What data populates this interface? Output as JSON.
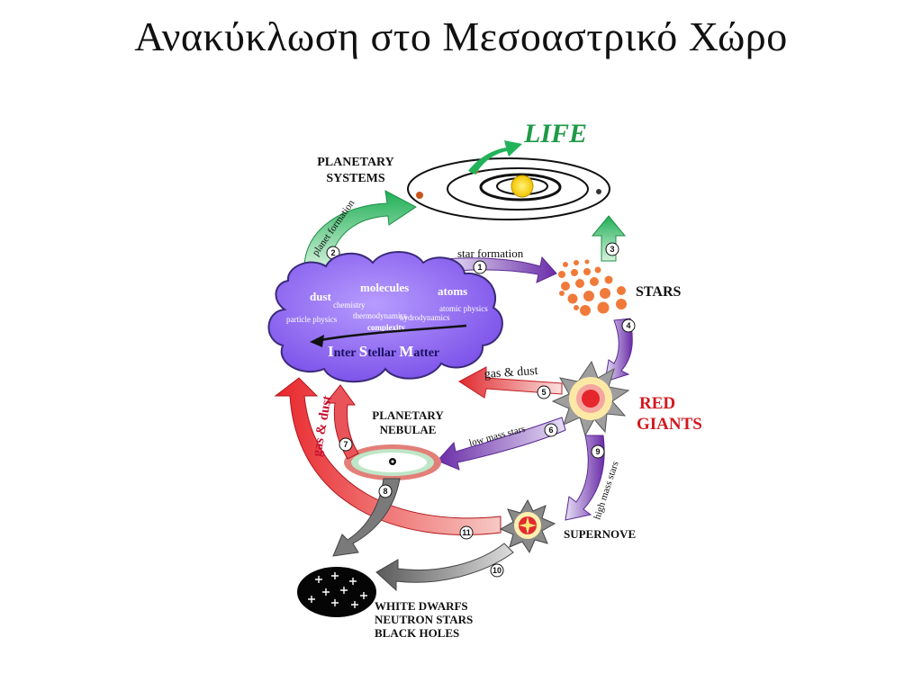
{
  "title": "Ανακύκλωση στο Μεσοαστρικό Χώρο",
  "diagram": {
    "life": "LIFE",
    "planetary_systems": [
      "PLANETARY",
      "SYSTEMS"
    ],
    "stars": "STARS",
    "red_giants": [
      "RED",
      "GIANTS"
    ],
    "planetary_nebulae": [
      "PLANETARY",
      "NEBULAE"
    ],
    "supernove": "SUPERNOVE",
    "remnants": [
      "WHITE DWARFS",
      "NEUTRON STARS",
      "BLACK HOLES"
    ],
    "ism": {
      "dust": "dust",
      "molecules": "molecules",
      "atoms": "atoms",
      "chemistry": "chemistry",
      "thermodynamics": "thermodynamics",
      "atomic_physics": "atomic physics",
      "particle_physics": "particle physics",
      "hydrodynamics": "hydrodynamics",
      "complexity": "complexity",
      "name_parts": [
        "I",
        "nter ",
        "S",
        "tellar ",
        "M",
        "atter"
      ]
    },
    "arrows": {
      "star_formation": "star formation",
      "planet_formation": "planet formation",
      "gas_dust_5": "gas & dust",
      "gas_dust_big": "gas & dust",
      "low_mass_stars": "low mass stars",
      "high_mass_stars": "high mass stars"
    },
    "steps": [
      "1",
      "2",
      "3",
      "4",
      "5",
      "6",
      "7",
      "8",
      "9",
      "10",
      "11"
    ]
  }
}
